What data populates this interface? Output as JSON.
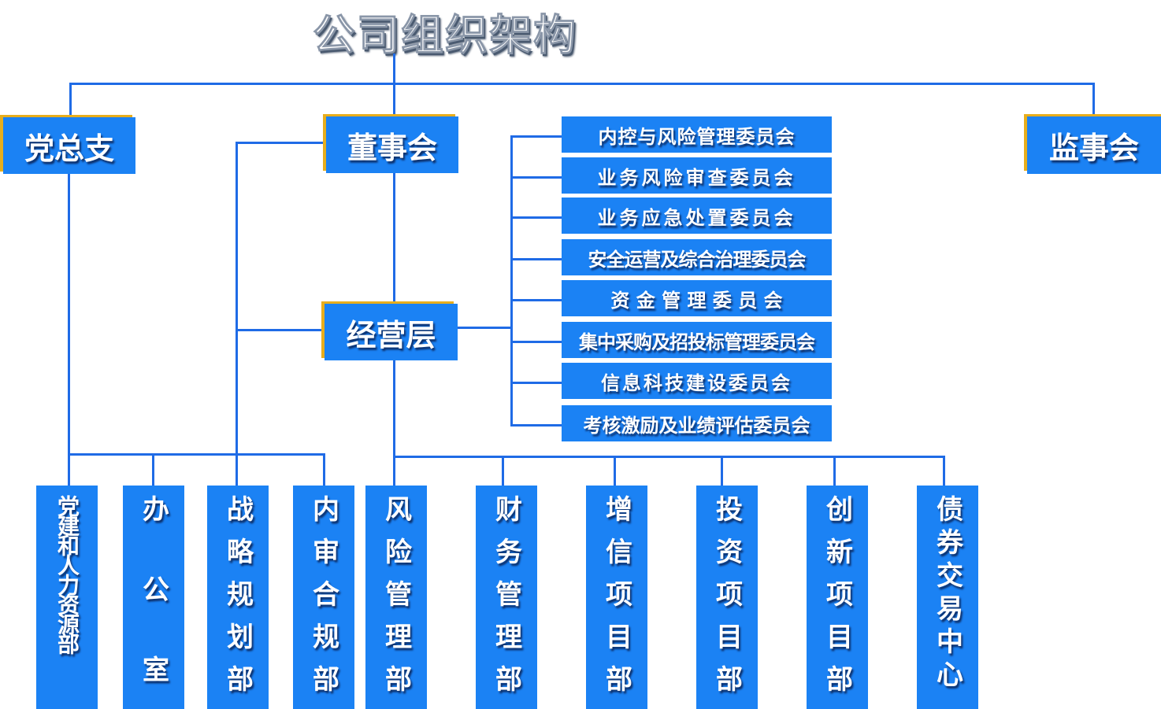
{
  "title": "公司组织架构",
  "top_units": {
    "party": "党总支",
    "board": "董事会",
    "supervisors": "监事会",
    "management": "经营层"
  },
  "committees": [
    "内控与风险管理委员会",
    "业务风险审查委员会",
    "业务应急处置委员会",
    "安全运营及综合治理委员会",
    "资 金 管 理 委 员 会",
    "集中采购及招投标管理委员会",
    "信息科技建设委员会",
    "考核激励及业绩评估委员会"
  ],
  "departments": [
    "党建和人力资源部",
    "办　　公　　室",
    "战略规划部",
    "内审合规部",
    "风险管理部",
    "财务管理部",
    "增信项目部",
    "投资项目部",
    "创新项目部",
    "债券交易中心"
  ],
  "colors": {
    "box": "#1b82f4",
    "line": "#1f6be6",
    "accent": "#e8ae1c"
  }
}
